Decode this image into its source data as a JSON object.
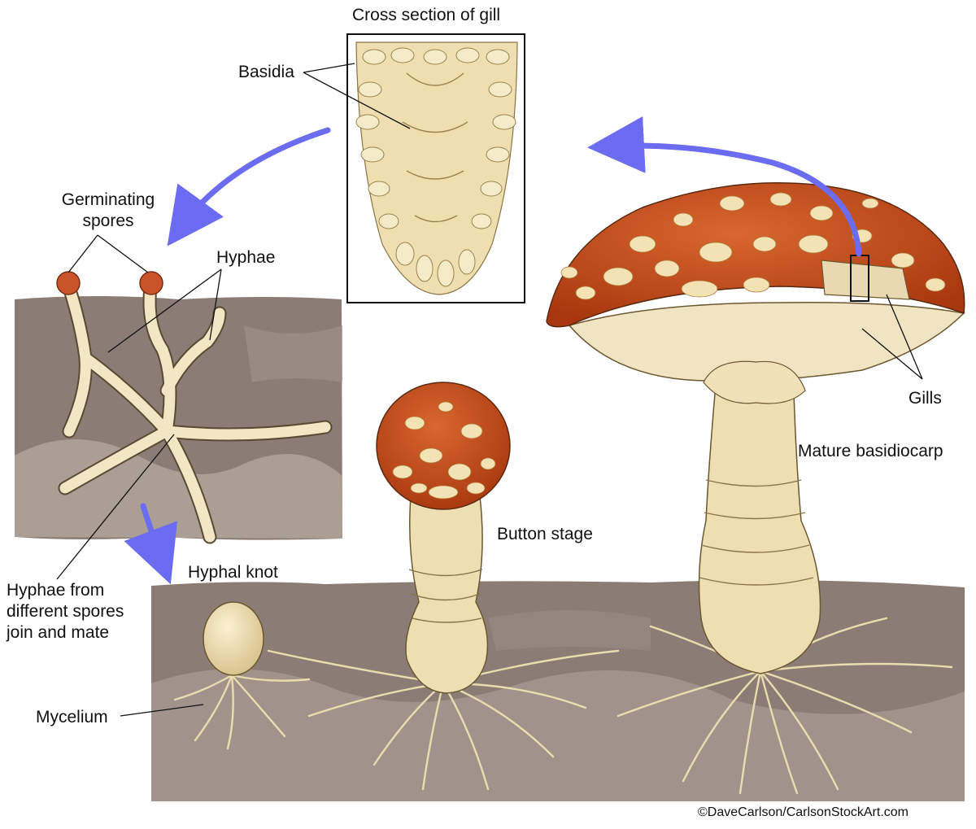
{
  "labels": {
    "cross_section": "Cross section of gill",
    "basidia": "Basidia",
    "germinating_line1": "Germinating",
    "germinating_line2": "spores",
    "hyphae": "Hyphae",
    "gills": "Gills",
    "mature": "Mature basidiocarp",
    "button": "Button stage",
    "hyphal_knot": "Hyphal knot",
    "mate_line1": "Hyphae from",
    "mate_line2": "different spores",
    "mate_line3": "join and mate",
    "mycelium": "Mycelium"
  },
  "credit": "©DaveCarlson/CarlsonStockArt.com",
  "colors": {
    "arrow": "#6b6cf2",
    "soil": "#8b7d75",
    "soil_light": "#b2a69e",
    "cap": "#c2481d",
    "cap_spot": "#f3e2b4",
    "tissue": "#efdfb0",
    "tissue_shadow": "#cdb682"
  }
}
